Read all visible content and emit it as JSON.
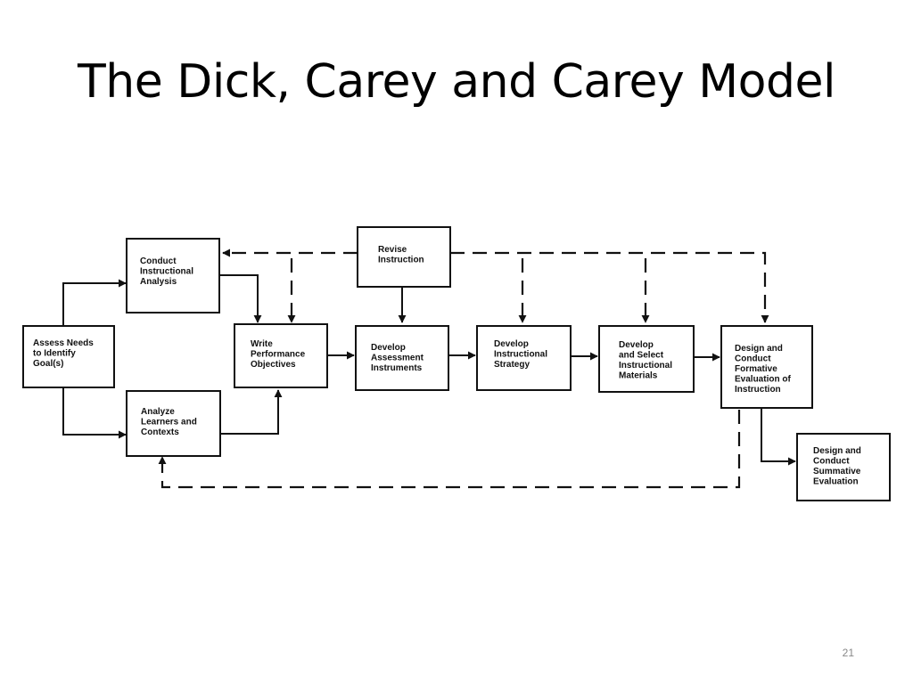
{
  "title": "The Dick, Carey and Carey Model",
  "slide_number": "21",
  "diagram": {
    "boxes": {
      "assess_needs": [
        "Assess Needs",
        "to Identify",
        "Goal(s)"
      ],
      "conduct_analysis": [
        "Conduct",
        "Instructional",
        "Analysis"
      ],
      "analyze_learners": [
        "Analyze",
        "Learners and",
        "Contexts"
      ],
      "write_objectives": [
        "Write",
        "Performance",
        "Objectives"
      ],
      "revise_instruction": [
        "Revise",
        "Instruction"
      ],
      "develop_assessment": [
        "Develop",
        "Assessment",
        "Instruments"
      ],
      "develop_strategy": [
        "Develop",
        "Instructional",
        "Strategy"
      ],
      "develop_materials": [
        "Develop",
        "and Select",
        "Instructional",
        "Materials"
      ],
      "formative_evaluation": [
        "Design and",
        "Conduct",
        "Formative",
        "Evaluation of",
        "Instruction"
      ],
      "summative_evaluation": [
        "Design and",
        "Conduct",
        "Summative",
        "Evaluation"
      ]
    }
  }
}
